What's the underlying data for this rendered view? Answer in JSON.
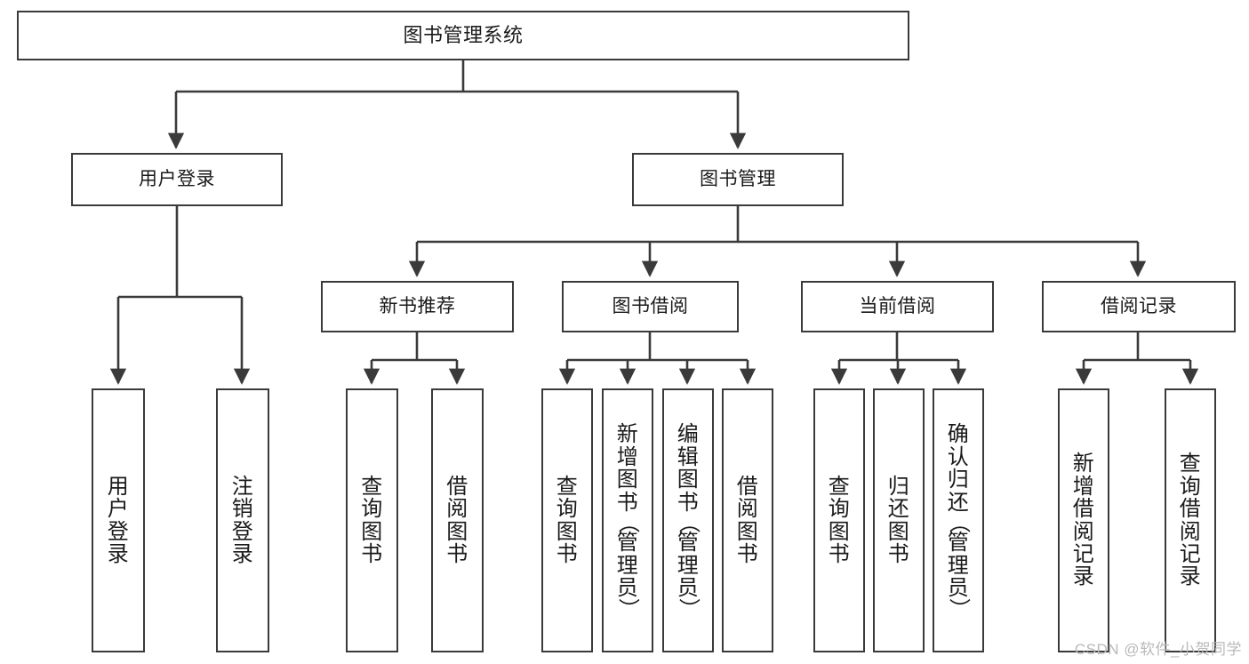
{
  "diagram": {
    "title": "图书管理系统",
    "type": "tree",
    "watermark": "CSDN @软件_小贺同学",
    "colors": {
      "stroke": "#3a3a3a",
      "fill": "#ffffff",
      "text": "#1a1a1a",
      "watermark": "#b9b9b9"
    },
    "nodes": {
      "root": {
        "label": "图书管理系统"
      },
      "level1": [
        {
          "id": "user-login",
          "label": "用户登录"
        },
        {
          "id": "book-manage",
          "label": "图书管理"
        }
      ],
      "level2": [
        {
          "id": "new-book-recommend",
          "label": "新书推荐"
        },
        {
          "id": "book-borrow",
          "label": "图书借阅"
        },
        {
          "id": "current-borrow",
          "label": "当前借阅"
        },
        {
          "id": "borrow-record",
          "label": "借阅记录"
        }
      ],
      "leaves": {
        "user-login": [
          {
            "id": "leaf-user-login",
            "label": "用户登录"
          },
          {
            "id": "leaf-logout",
            "label": "注销登录"
          }
        ],
        "new-book-recommend": [
          {
            "id": "leaf-query-book-1",
            "label": "查询图书"
          },
          {
            "id": "leaf-borrow-book-1",
            "label": "借阅图书"
          }
        ],
        "book-borrow": [
          {
            "id": "leaf-query-book-2",
            "label": "查询图书"
          },
          {
            "id": "leaf-add-book",
            "label": "新增图书（管理员）"
          },
          {
            "id": "leaf-edit-book",
            "label": "编辑图书（管理员）"
          },
          {
            "id": "leaf-borrow-book-2",
            "label": "借阅图书"
          }
        ],
        "current-borrow": [
          {
            "id": "leaf-query-book-3",
            "label": "查询图书"
          },
          {
            "id": "leaf-return-book",
            "label": "归还图书"
          },
          {
            "id": "leaf-confirm-return",
            "label": "确认归还（管理员）"
          }
        ],
        "borrow-record": [
          {
            "id": "leaf-add-record",
            "label": "新增借阅记录"
          },
          {
            "id": "leaf-query-record",
            "label": "查询借阅记录"
          }
        ]
      }
    }
  }
}
